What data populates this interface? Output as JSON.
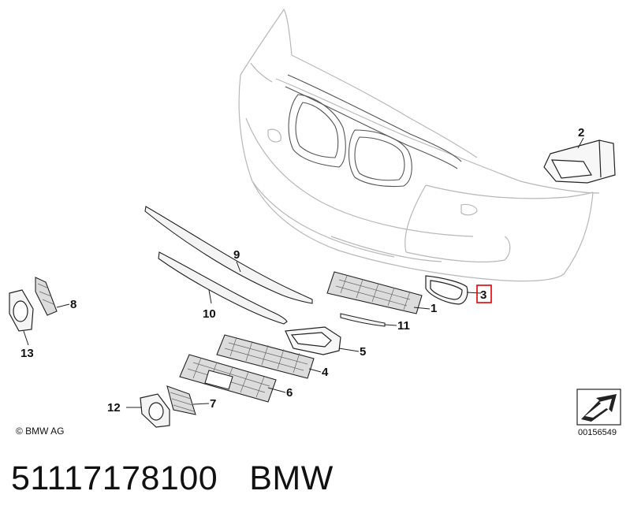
{
  "diagram": {
    "callouts": [
      {
        "id": "callout-1",
        "label": "1"
      },
      {
        "id": "callout-2",
        "label": "2"
      },
      {
        "id": "callout-3",
        "label": "3",
        "highlighted": true
      },
      {
        "id": "callout-4",
        "label": "4"
      },
      {
        "id": "callout-5",
        "label": "5"
      },
      {
        "id": "callout-6",
        "label": "6"
      },
      {
        "id": "callout-7",
        "label": "7"
      },
      {
        "id": "callout-8",
        "label": "8"
      },
      {
        "id": "callout-9",
        "label": "9"
      },
      {
        "id": "callout-10",
        "label": "10"
      },
      {
        "id": "callout-11",
        "label": "11"
      },
      {
        "id": "callout-12",
        "label": "12"
      },
      {
        "id": "callout-13",
        "label": "13"
      }
    ],
    "copyright": "© BMW AG",
    "diagram_code": "00156549",
    "highlight_color": "#e00000",
    "line_color": "#222222",
    "ghost_color": "#b8b8b8"
  },
  "footer": {
    "part_number": "51117178100",
    "brand": "BMW"
  }
}
